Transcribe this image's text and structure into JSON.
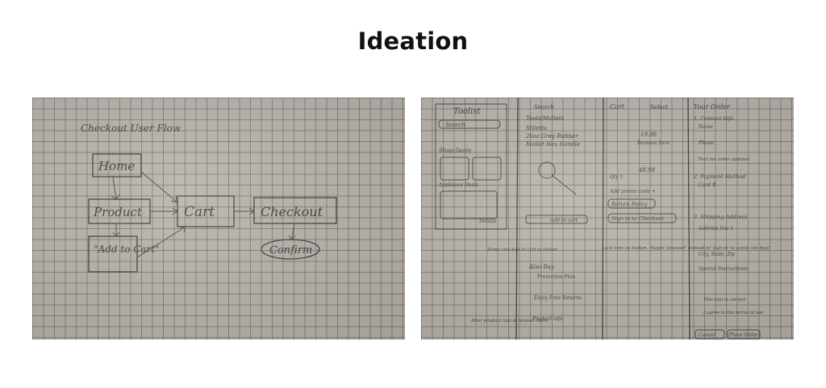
{
  "page": {
    "title": "Ideation"
  },
  "flow_sketch": {
    "heading": "Checkout User Flow",
    "nodes": {
      "home": "Home",
      "product": "Product",
      "cart": "Cart",
      "checkout": "Checkout",
      "add_to_cart": "\"Add to Cart\"",
      "confirm": "Confirm"
    }
  },
  "wireframes": {
    "screen1": {
      "title": "Toolist",
      "search": "Search",
      "shop_deals": "Shop Deals",
      "appliance_deals": "Appliance Deals",
      "details": "Details"
    },
    "screen2": {
      "back": "Search",
      "brand": "Tools/Mallets",
      "product_lines": [
        "Stiletto",
        "26oz Grey Rubber",
        "Mallet Hex Handle"
      ],
      "add_to_cart": "Add to cart",
      "notes_left": "Items checked to cart is shown",
      "also_buy": "Also Buy",
      "protection": "Protection Plan",
      "free_returns": "Enjoy Free Returns",
      "note_bottom": "Alter product info & related items",
      "product_info": "Product info"
    },
    "screen3": {
      "title": "Cart",
      "action": "Select",
      "price1": "19.98",
      "price2": "48.98",
      "remove": "Remove Item",
      "qty": "Qty 1",
      "promo": "Add promo code +",
      "return_policy": "Return Policy",
      "sign_in": "Sign in to Checkout",
      "note": "Lock icon on button. Maybe 'proceed' instead of 'sign in' to guest can buy?"
    },
    "screen4": {
      "title": "Your Order",
      "contact": "1. Contact Info",
      "name": "Name",
      "phone": "Phone",
      "text_updates": "Text me order updates",
      "payment": "2. Payment Method",
      "card": "Card #",
      "shipping": "3. Shipping Address",
      "address": "Address line 1",
      "city": "City, State, Zip",
      "special": "Special Instructions",
      "this_is_correct": "This info is correct",
      "agree": "I agree to the terms of use",
      "cancel": "Cancel",
      "place_order": "Place Order"
    }
  }
}
